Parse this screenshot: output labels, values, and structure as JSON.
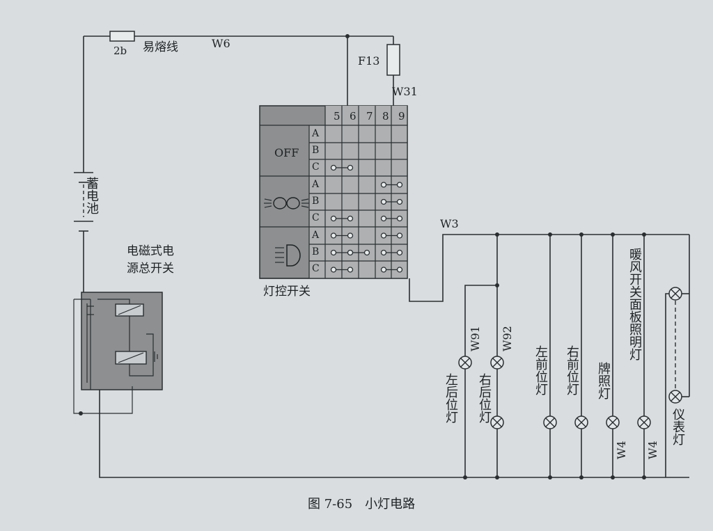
{
  "labels": {
    "fuse_2b": "2b",
    "fusible_link": "易熔线",
    "w6": "W6",
    "f13": "F13",
    "w31": "W31",
    "battery": "蓄电池",
    "main_switch_l1": "电磁式电",
    "main_switch_l2": "源总开关",
    "w3": "W3",
    "light_switch": "灯控开关",
    "off": "OFF",
    "w91": "W91",
    "w92": "W92",
    "w4_a": "W4",
    "w4_b": "W4",
    "caption": "图 7-65　小灯电路"
  },
  "switch": {
    "columns": [
      "5",
      "6",
      "7",
      "8",
      "9"
    ],
    "rows": [
      "A",
      "B",
      "C",
      "A",
      "B",
      "C",
      "A",
      "B",
      "C"
    ]
  },
  "lamps": {
    "left_rear": "左后位灯",
    "right_rear": "右后位灯",
    "left_front": "左前位灯",
    "right_front": "右前位灯",
    "plate": "牌照灯",
    "heater_panel": "暖风开关面板照明灯",
    "instrument": "仪表灯"
  },
  "colors": {
    "paper": "#d9dde0",
    "switch_box": "#8d8f90",
    "ink": "#2a2e31"
  }
}
